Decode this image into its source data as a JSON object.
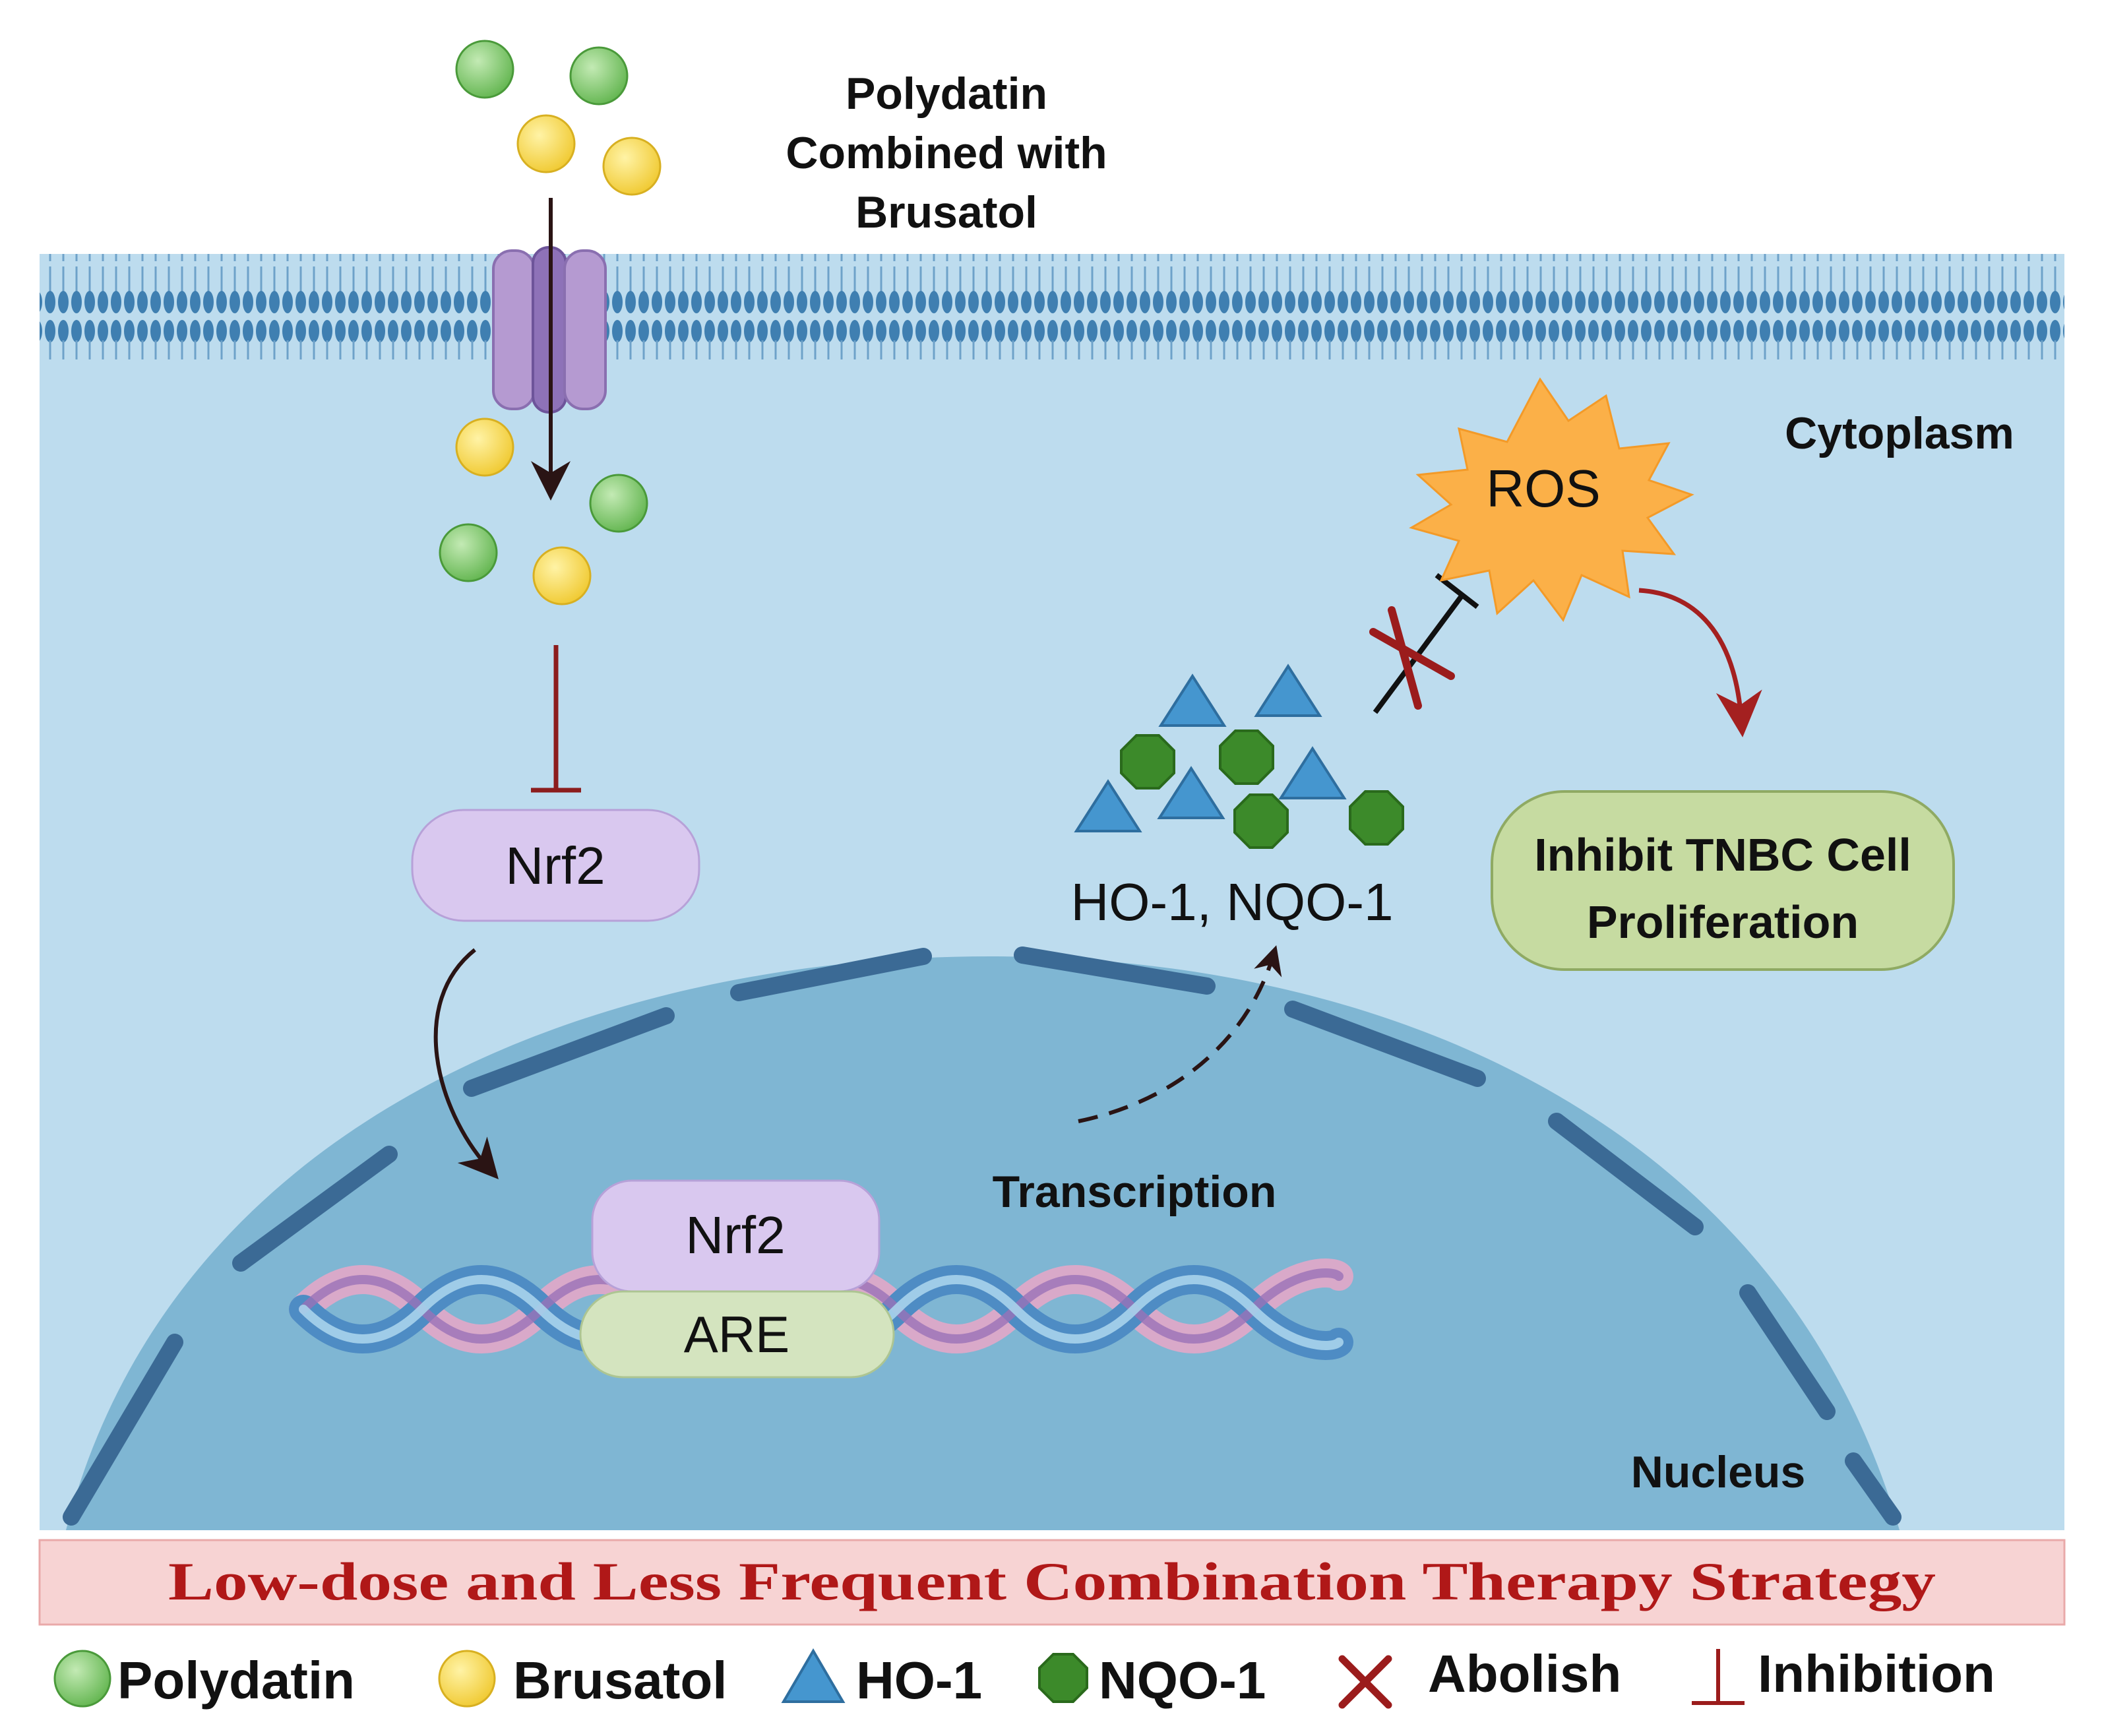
{
  "drug_label": {
    "line1": "Polydatin",
    "line2": "Combined with",
    "line3": "Brusatol"
  },
  "compartments": {
    "cytoplasm": "Cytoplasm",
    "nucleus": "Nucleus"
  },
  "nodes": {
    "nrf2_cyto": "Nrf2",
    "nrf2_nuc": "Nrf2",
    "are": "ARE",
    "ros": "ROS",
    "enzymes": "HO-1, NQO-1",
    "transcription": "Transcription",
    "outcome_line1": "Inhibit TNBC Cell",
    "outcome_line2": "Proliferation"
  },
  "banner": {
    "text": "Low-dose and Less Frequent Combination Therapy Strategy"
  },
  "legend": {
    "polydatin": "Polydatin",
    "brusatol": "Brusatol",
    "ho1": "HO-1",
    "nqo1": "NQO-1",
    "abolish": "Abolish",
    "inhibition": "Inhibition"
  },
  "colors": {
    "cytoplasm": "#bddcee",
    "nucleus": "#7fb6d3",
    "nuclear_envelope": "#3b6a95",
    "membrane": "#3f7fb1",
    "channel": "#b59ad1",
    "polydatin": "#7dca6a",
    "brusatol": "#f5d647",
    "ho1": "#4596cf",
    "nqo1": "#3c8a2a",
    "nrf2_box": "#d9c8ef",
    "are_box": "#d4e4bf",
    "ros": "#fbb048",
    "outcome_box": "#c6dba1",
    "inhibit_red": "#8c1d1d",
    "banner_bg": "#f7d3d3",
    "banner_text": "#b01818"
  }
}
